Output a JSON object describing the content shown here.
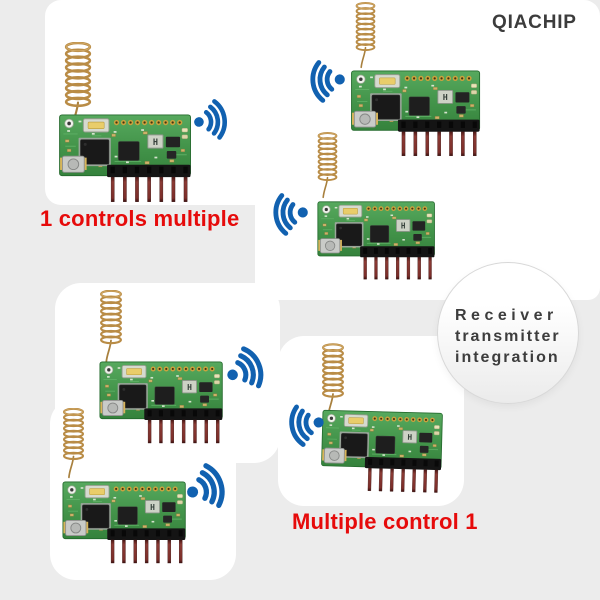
{
  "brand": {
    "name": "QIACHIP"
  },
  "headline_top": "1 controls multiple",
  "headline_bottom": "Multiple control 1",
  "badge": {
    "lines": [
      "Receiver",
      "transmitter",
      "integration"
    ]
  },
  "scene": {
    "modules": {
      "name": "rf-transmitter-receiver-module",
      "count": 6,
      "pins_per_module": 7
    },
    "wifi_icons": {
      "name": "wifi-signal-icon",
      "count": 6
    }
  },
  "colors": {
    "background": "#ececec",
    "photo_white": "#ffffff",
    "label_red": "#e60b0b",
    "brand_gray": "#3c3c3c",
    "badge_text": "#3d3d3d",
    "wifi_blue": "#1161b0",
    "pcb_green": "#44954b",
    "antenna_copper": "#b98c46",
    "pin_maroon": "#7c2e2a"
  }
}
